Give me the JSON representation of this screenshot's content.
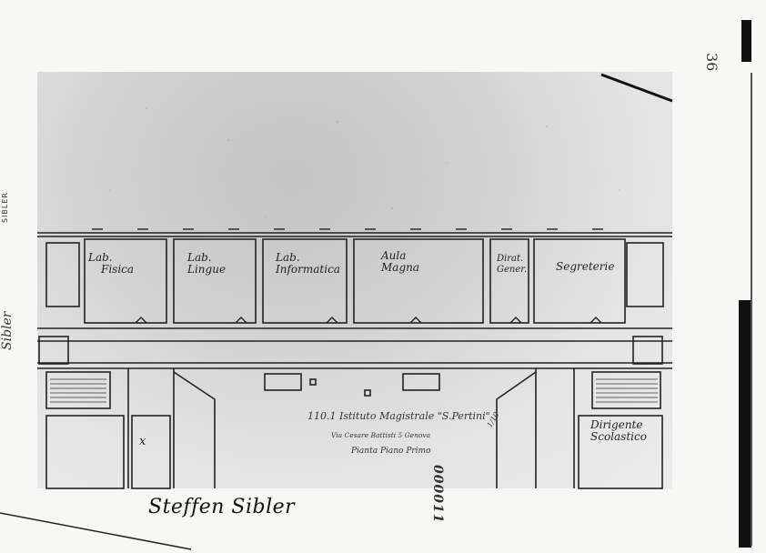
{
  "page": {
    "page_number": "36",
    "margin_note_top": "SIBLER",
    "margin_note_left": "Sibler",
    "signature": "Steffen Sibler"
  },
  "plan": {
    "title": "110.1 Istituto Magistrale \"S.Pertini\"",
    "address": "Via Cesare Battisti 5 Genova",
    "subtitle": "Pianta Piano Primo",
    "stamp": "000011",
    "stamp_note": "1/10",
    "cross_mark": "x",
    "rooms": [
      {
        "line1": "Lab.",
        "line2": "Fisica"
      },
      {
        "line1": "Lab.",
        "line2": "Lingue"
      },
      {
        "line1": "Lab.",
        "line2": "Informatica"
      },
      {
        "line1": "Aula",
        "line2": "Magna"
      },
      {
        "line1": "Dirat.",
        "line2": "Gener."
      },
      {
        "line1": "Segreterie",
        "line2": ""
      },
      {
        "line1": "Dirigente",
        "line2": "Scolastico"
      }
    ]
  },
  "colors": {
    "paper": "#f7f7f5",
    "ink": "#222222",
    "photocopy_grey": "#d0d0d0"
  }
}
